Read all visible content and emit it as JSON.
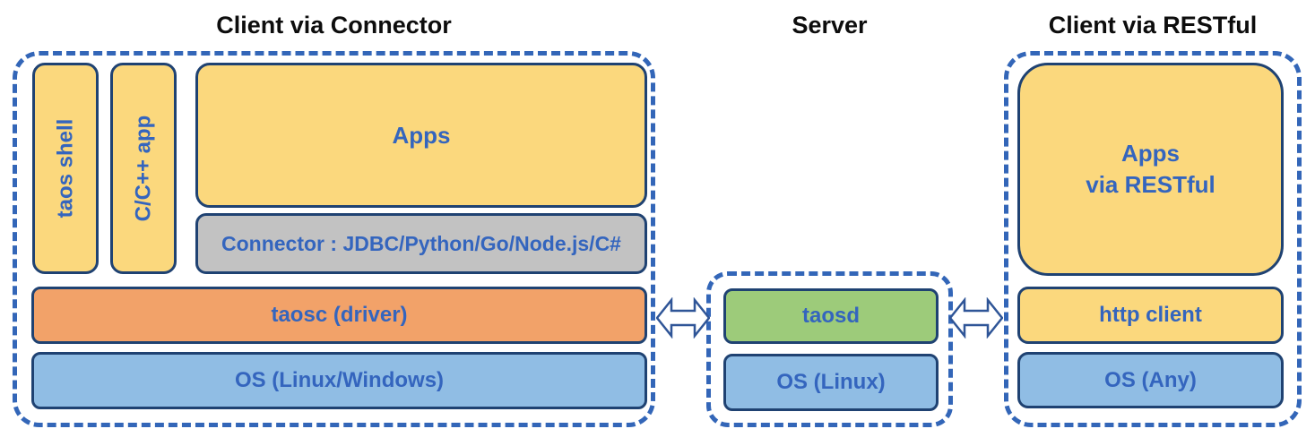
{
  "diagram": {
    "titles": {
      "client_connector": "Client via Connector",
      "server": "Server",
      "client_restful": "Client via RESTful"
    },
    "client_connector": {
      "taos_shell": "taos shell",
      "cpp_app": "C/C++ app",
      "apps": "Apps",
      "connector": "Connector : JDBC/Python/Go/Node.js/C#",
      "taosc": "taosc (driver)",
      "os": "OS (Linux/Windows)"
    },
    "server": {
      "taosd": "taosd",
      "os": "OS (Linux)"
    },
    "client_restful": {
      "apps": "Apps\nvia RESTful",
      "http_client": "http client",
      "os": "OS (Any)"
    },
    "arrows": {
      "left": "double-headed-arrow",
      "right": "double-headed-arrow"
    },
    "colors": {
      "box_yellow": "#fbd87d",
      "box_gray": "#c2c2c2",
      "box_orange": "#f2a269",
      "box_green": "#9dcb7a",
      "box_blue": "#90bde4",
      "dashed_border_blue": "#3366b8",
      "box_border_navy": "#1f4272",
      "label_text_blue": "#3465be",
      "title_text_black": "#0d0d0d",
      "arrow_outline": "#2f5597"
    }
  }
}
